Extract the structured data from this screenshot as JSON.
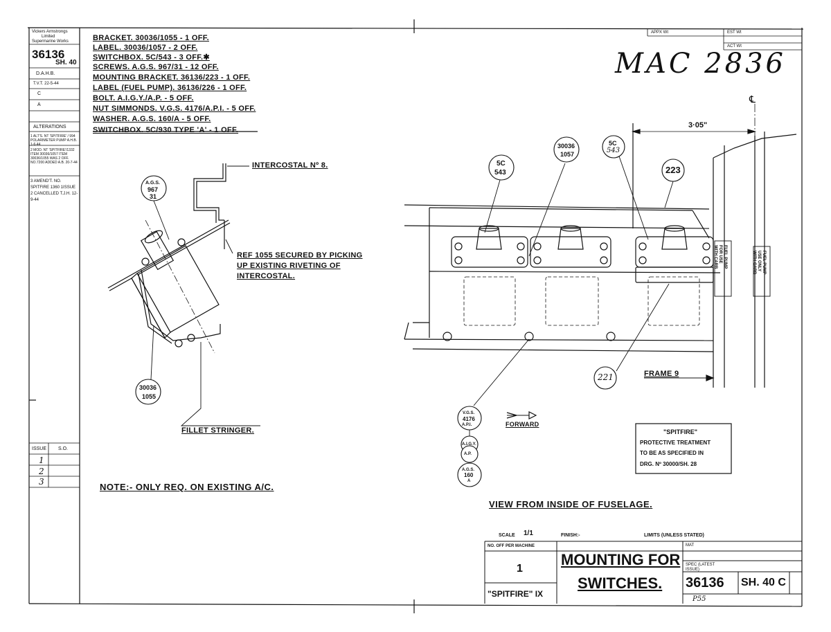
{
  "title_block_left": {
    "company": [
      "Vickers Armstrongs",
      "Limited",
      "Supermarine Works"
    ],
    "drawing_no": "36136",
    "sheet": "SH. 40",
    "drawn": "D.A.H.B.",
    "traced": "T.V.T. 22-5-44",
    "checked": "C",
    "approved": "A",
    "alterations_label": "ALTERATIONS",
    "alterations": [
      "1 ALT'S. NT 'SPITFIRE' / 994 POLARIMETER PUMP A.H.B. 1-6-44",
      "2 MOD. NT 'SPITFIRE'/1332 ITEM 30036/1057 ITEM 30036/1055 WAS 2 OFF. NO.7200 ADDED A.B. 20-7-44",
      "3 AMEND'T. NO. SPITFIRE 1360 1ISSUE 2 CANCELLED T.J.H. 12-9-44"
    ],
    "issue_label": "ISSUE",
    "so_label": "S.O.",
    "issues": [
      "1",
      "2",
      "3"
    ]
  },
  "parts_list": [
    "BRACKET. 30036/1055 - 1 OFF.",
    "LABEL. 30036/1057 - 2 OFF.",
    "SWITCHBOX. 5C/543 - 3 OFF.✱",
    "SCREWS. A.G.S. 967/31 - 12 OFF.",
    "MOUNTING BRACKET. 36136/223 - 1 OFF.",
    "LABEL (FUEL PUMP). 36136/226 - 1 OFF.",
    "BOLT. A.I.G.Y./A.P. - 5 OFF.",
    "NUT SIMMONDS. V.G.S. 4176/A.P.I. - 5 OFF.",
    "WASHER. A.G.S. 160/A - 5 OFF.",
    "SWITCHBOX. 5C/930 TYPE 'A' - 1 OFF."
  ],
  "handwritten_ref": "MAC 2836",
  "weights": {
    "approx": "APPX Wt",
    "est": "EST Wt",
    "act": "ACT Wt"
  },
  "left_view": {
    "intercostal": "INTERCOSTAL Nº 8.",
    "ref_note": [
      "REF 1055 SECURED BY PICKING",
      "UP EXISTING RIVETING OF",
      "INTERCOSTAL."
    ],
    "fillet": "FILLET STRINGER.",
    "bubble_ags": [
      "A.G.S.",
      "967",
      "31"
    ],
    "bubble_bracket": [
      "30036",
      "1055"
    ]
  },
  "note": "NOTE:- ONLY REQ. ON EXISTING A/C.",
  "right_view": {
    "dim": "3·05\"",
    "centerline": "℄",
    "bubble_5c_a": [
      "5C",
      "543"
    ],
    "bubble_label": [
      "30036",
      "1057"
    ],
    "bubble_5c_b": [
      "5C",
      "543"
    ],
    "bubble_223": "223",
    "bubble_221": "221",
    "frame": "FRAME 9",
    "bubble_vgs": [
      "V.G.S.",
      "4176",
      "A.P.I."
    ],
    "bubble_aigy": "A.I.G.Y.",
    "bubble_ap": "A.P.",
    "bubble_agsa": [
      "A.G.S.",
      "160",
      "A"
    ],
    "forward": "FORWARD",
    "label_text_a": [
      "FUEL PUMP",
      "FOR USE",
      "WITH CARB"
    ],
    "label_text_b": [
      "FUEL PUMP",
      "USE ONLY",
      "WITH CARB"
    ],
    "view_label": "VIEW FROM INSIDE OF FUSELAGE."
  },
  "protective_note": [
    "\"SPITFIRE\"",
    "PROTECTIVE TREATMENT",
    "TO BE AS SPECIFIED IN",
    "DRG. Nº 30000/SH. 28"
  ],
  "title_block": {
    "scale_label": "SCALE",
    "scale_value": "1/1",
    "finish_label": "FINISH:-",
    "limits_label": "LIMITS (UNLESS STATED)",
    "no_off_label": "NO. OFF PER MACHINE",
    "no_off_value": "1",
    "mat_label": "MAT",
    "spec_label": "SPEC (LATEST ISSUE)",
    "title_line1": "MOUNTING FOR",
    "title_line2": "SWITCHES.",
    "aircraft": "\"SPITFIRE\" IX",
    "drawing_no": "36136",
    "sheet": "SH. 40 C",
    "p_ref": "P55"
  }
}
